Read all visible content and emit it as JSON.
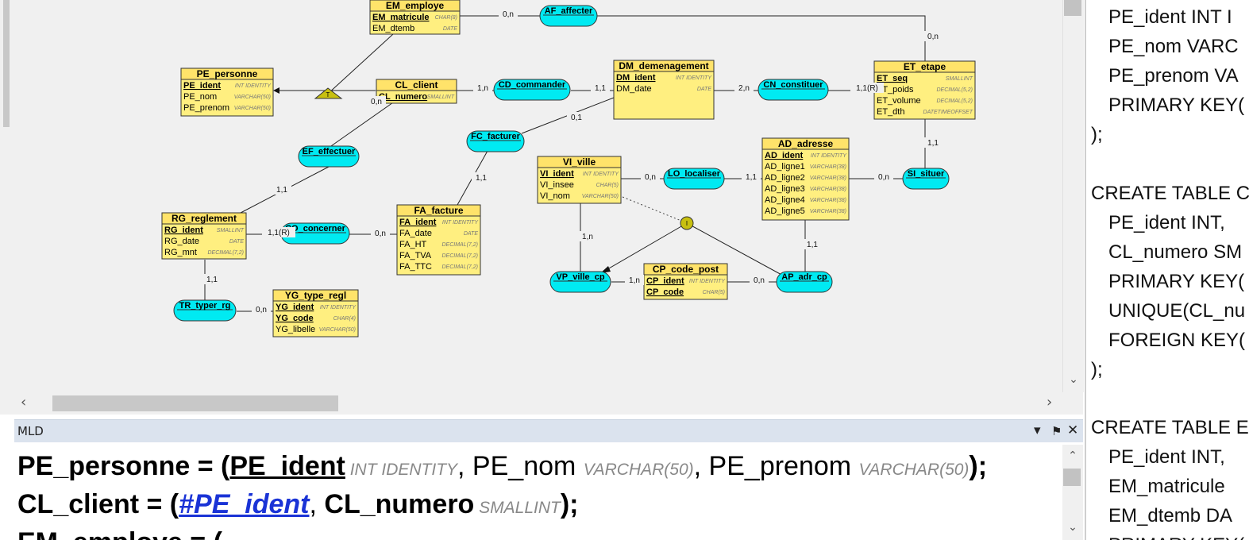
{
  "colors": {
    "entity_fill": "#ffef80",
    "entity_header": "#ffe36a",
    "relation_fill": "#00eaf2",
    "inherit_fill": "#c8c010"
  },
  "entities": [
    {
      "id": "em",
      "name": "EM_employe",
      "attrs": [
        {
          "n": "EM_matricule",
          "t": "CHAR(8)",
          "key": true
        },
        {
          "n": "EM_dtemb",
          "t": "DATE",
          "key": false
        }
      ]
    },
    {
      "id": "pe",
      "name": "PE_personne",
      "attrs": [
        {
          "n": "PE_ident",
          "t": "INT IDENTITY",
          "key": true
        },
        {
          "n": "PE_nom",
          "t": "VARCHAR(50)",
          "key": false
        },
        {
          "n": "PE_prenom",
          "t": "VARCHAR(50)",
          "key": false
        }
      ]
    },
    {
      "id": "cl",
      "name": "CL_client",
      "attrs": [
        {
          "n": "CL_numero",
          "t": "SMALLINT",
          "key": true
        }
      ]
    },
    {
      "id": "dm",
      "name": "DM_demenagement",
      "attrs": [
        {
          "n": "DM_ident",
          "t": "INT IDENTITY",
          "key": true
        },
        {
          "n": "DM_date",
          "t": "DATE",
          "key": false
        }
      ]
    },
    {
      "id": "et",
      "name": "ET_etape",
      "attrs": [
        {
          "n": "ET_seq",
          "t": "SMALLINT",
          "key": true
        },
        {
          "n": "ET_poids",
          "t": "DECIMAL(5,2)",
          "key": false
        },
        {
          "n": "ET_volume",
          "t": "DECIMAL(5,2)",
          "key": false
        },
        {
          "n": "ET_dth",
          "t": "DATETIMEOFFSET",
          "key": false
        }
      ]
    },
    {
      "id": "vi",
      "name": "VI_ville",
      "attrs": [
        {
          "n": "VI_ident",
          "t": "INT IDENTITY",
          "key": true
        },
        {
          "n": "VI_insee",
          "t": "CHAR(5)",
          "key": false
        },
        {
          "n": "VI_nom",
          "t": "VARCHAR(50)",
          "key": false
        }
      ]
    },
    {
      "id": "ad",
      "name": "AD_adresse",
      "attrs": [
        {
          "n": "AD_ident",
          "t": "INT IDENTITY",
          "key": true
        },
        {
          "n": "AD_ligne1",
          "t": "VARCHAR(38)",
          "key": false
        },
        {
          "n": "AD_ligne2",
          "t": "VARCHAR(38)",
          "key": false
        },
        {
          "n": "AD_ligne3",
          "t": "VARCHAR(38)",
          "key": false
        },
        {
          "n": "AD_ligne4",
          "t": "VARCHAR(38)",
          "key": false
        },
        {
          "n": "AD_ligne5",
          "t": "VARCHAR(38)",
          "key": false
        }
      ]
    },
    {
      "id": "rg",
      "name": "RG_reglement",
      "attrs": [
        {
          "n": "RG_ident",
          "t": "SMALLINT",
          "key": true
        },
        {
          "n": "RG_date",
          "t": "DATE",
          "key": false
        },
        {
          "n": "RG_mnt",
          "t": "DECIMAL(7,2)",
          "key": false
        }
      ]
    },
    {
      "id": "fa",
      "name": "FA_facture",
      "attrs": [
        {
          "n": "FA_ident",
          "t": "INT IDENTITY",
          "key": true
        },
        {
          "n": "FA_date",
          "t": "DATE",
          "key": false
        },
        {
          "n": "FA_HT",
          "t": "DECIMAL(7,2)",
          "key": false
        },
        {
          "n": "FA_TVA",
          "t": "DECIMAL(7,2)",
          "key": false
        },
        {
          "n": "FA_TTC",
          "t": "DECIMAL(7,2)",
          "key": false
        }
      ]
    },
    {
      "id": "cp",
      "name": "CP_code_post",
      "attrs": [
        {
          "n": "CP_ident",
          "t": "INT IDENTITY",
          "key": true
        },
        {
          "n": "CP_code",
          "t": "CHAR(5)",
          "key": true
        }
      ]
    },
    {
      "id": "yg",
      "name": "YG_type_regl",
      "attrs": [
        {
          "n": "YG_ident",
          "t": "INT IDENTITY",
          "key": true
        },
        {
          "n": "YG_code",
          "t": "CHAR(4)",
          "key": true
        },
        {
          "n": "YG_libelle",
          "t": "VARCHAR(50)",
          "key": false
        }
      ]
    }
  ],
  "relations": [
    {
      "id": "af",
      "name": "AF_affecter"
    },
    {
      "id": "cd",
      "name": "CD_commander"
    },
    {
      "id": "cn",
      "name": "CN_constituer"
    },
    {
      "id": "ef",
      "name": "EF_effectuer"
    },
    {
      "id": "fc",
      "name": "FC_facturer"
    },
    {
      "id": "lo",
      "name": "LO_localiser"
    },
    {
      "id": "si",
      "name": "SI_situer"
    },
    {
      "id": "co",
      "name": "CO_concerner"
    },
    {
      "id": "vp",
      "name": "VP_ville_cp"
    },
    {
      "id": "ap",
      "name": "AP_adr_cp"
    },
    {
      "id": "tr",
      "name": "TR_typer_rg"
    }
  ],
  "inherit_markers": [
    {
      "id": "t",
      "label": "T"
    },
    {
      "id": "i",
      "label": "I"
    }
  ],
  "cardinalities": [
    {
      "id": "c1",
      "text": "0,n"
    },
    {
      "id": "c2",
      "text": "0,n"
    },
    {
      "id": "c3",
      "text": "1,n"
    },
    {
      "id": "c4",
      "text": "1,1"
    },
    {
      "id": "c5",
      "text": "2,n"
    },
    {
      "id": "c6",
      "text": "1,1(R)"
    },
    {
      "id": "c7",
      "text": "0,n"
    },
    {
      "id": "c8",
      "text": "1,1"
    },
    {
      "id": "c9",
      "text": "0,1"
    },
    {
      "id": "c10",
      "text": "1,1"
    },
    {
      "id": "c11",
      "text": "0,n"
    },
    {
      "id": "c12",
      "text": "1,1"
    },
    {
      "id": "c13",
      "text": "0,n"
    },
    {
      "id": "c14",
      "text": "1,1"
    },
    {
      "id": "c15",
      "text": "1,1(R)"
    },
    {
      "id": "c16",
      "text": "0,n"
    },
    {
      "id": "c17",
      "text": "1,n"
    },
    {
      "id": "c18",
      "text": "1,n"
    },
    {
      "id": "c19",
      "text": "0,n"
    },
    {
      "id": "c20",
      "text": "1,1"
    },
    {
      "id": "c21",
      "text": "1,1"
    },
    {
      "id": "c22",
      "text": "0,n"
    }
  ],
  "mld": {
    "title": "MLD",
    "lines": [
      [
        {
          "c": "tbl",
          "t": "PE_personne = ("
        },
        {
          "c": "pk",
          "t": "PE_ident"
        },
        {
          "c": "ty",
          "t": " INT IDENTITY"
        },
        {
          "c": "",
          "t": ", PE_nom "
        },
        {
          "c": "ty",
          "t": "VARCHAR(50)"
        },
        {
          "c": "",
          "t": ", PE_prenom "
        },
        {
          "c": "ty",
          "t": "VARCHAR(50)"
        },
        {
          "c": "ab",
          "t": ");"
        }
      ],
      [
        {
          "c": "tbl",
          "t": "CL_client = ("
        },
        {
          "c": "fk",
          "t": "#PE_ident"
        },
        {
          "c": "",
          "t": ", "
        },
        {
          "c": "ab",
          "t": "CL_numero"
        },
        {
          "c": "ty",
          "t": " SMALLINT"
        },
        {
          "c": "ab",
          "t": ");"
        }
      ],
      [
        {
          "c": "tbl",
          "t": "EM_employe = ("
        }
      ]
    ]
  },
  "sql_lines": [
    "PE_ident INT I",
    "PE_nom VARC",
    "PE_prenom VA",
    "PRIMARY KEY(",
    ");",
    "CREATE TABLE C",
    "PE_ident INT,",
    "CL_numero SM",
    "PRIMARY KEY(",
    "UNIQUE(CL_nu",
    "FOREIGN KEY(",
    ");",
    "CREATE TABLE E",
    "PE_ident INT,",
    "EM_matricule",
    "EM_dtemb DA",
    "PRIMARY KEY("
  ]
}
